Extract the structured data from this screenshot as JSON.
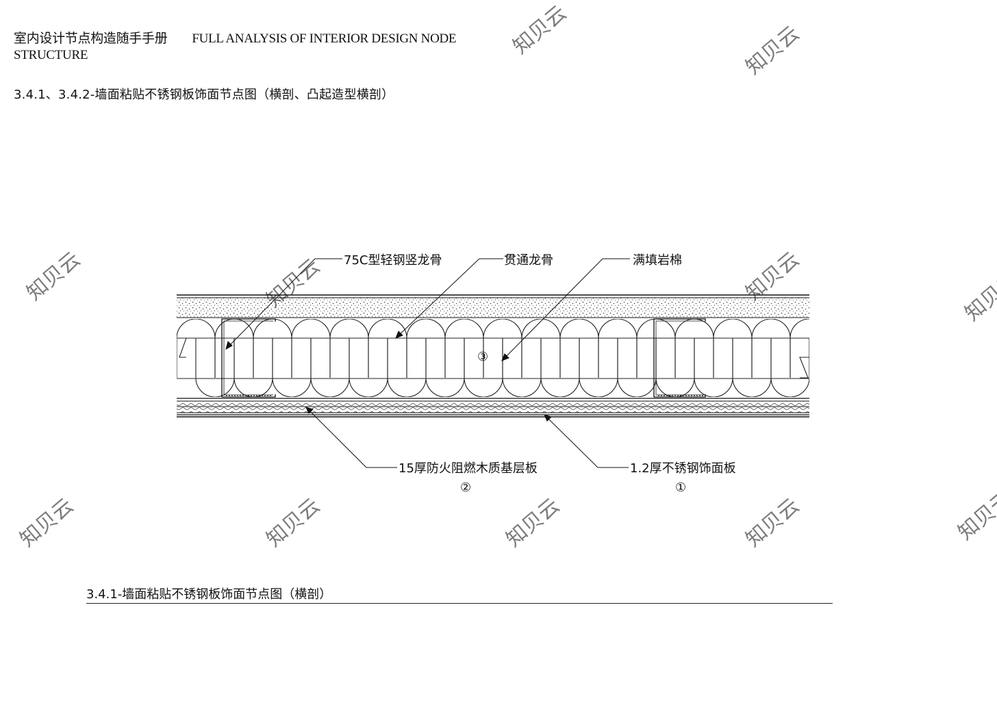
{
  "header": {
    "title_cn": "室内设计节点构造随手手册",
    "title_en": "FULL ANALYSIS OF INTERIOR DESIGN NODE",
    "title_en_cont": "STRUCTURE"
  },
  "section_title": "3.4.1、3.4.2-墙面粘贴不锈钢板饰面节点图（横剖、凸起造型横剖）",
  "labels": {
    "stud": "75C型轻钢竖龙骨",
    "channel": "贯通龙骨",
    "insulation": "满填岩棉",
    "base_board": "15厚防火阻燃木质基层板",
    "steel_panel": "1.2厚不锈钢饰面板",
    "num_1": "①",
    "num_2": "②",
    "num_3": "③"
  },
  "caption": "3.4.1-墙面粘贴不锈钢板饰面节点图（横剖）",
  "watermark": "知贝云"
}
